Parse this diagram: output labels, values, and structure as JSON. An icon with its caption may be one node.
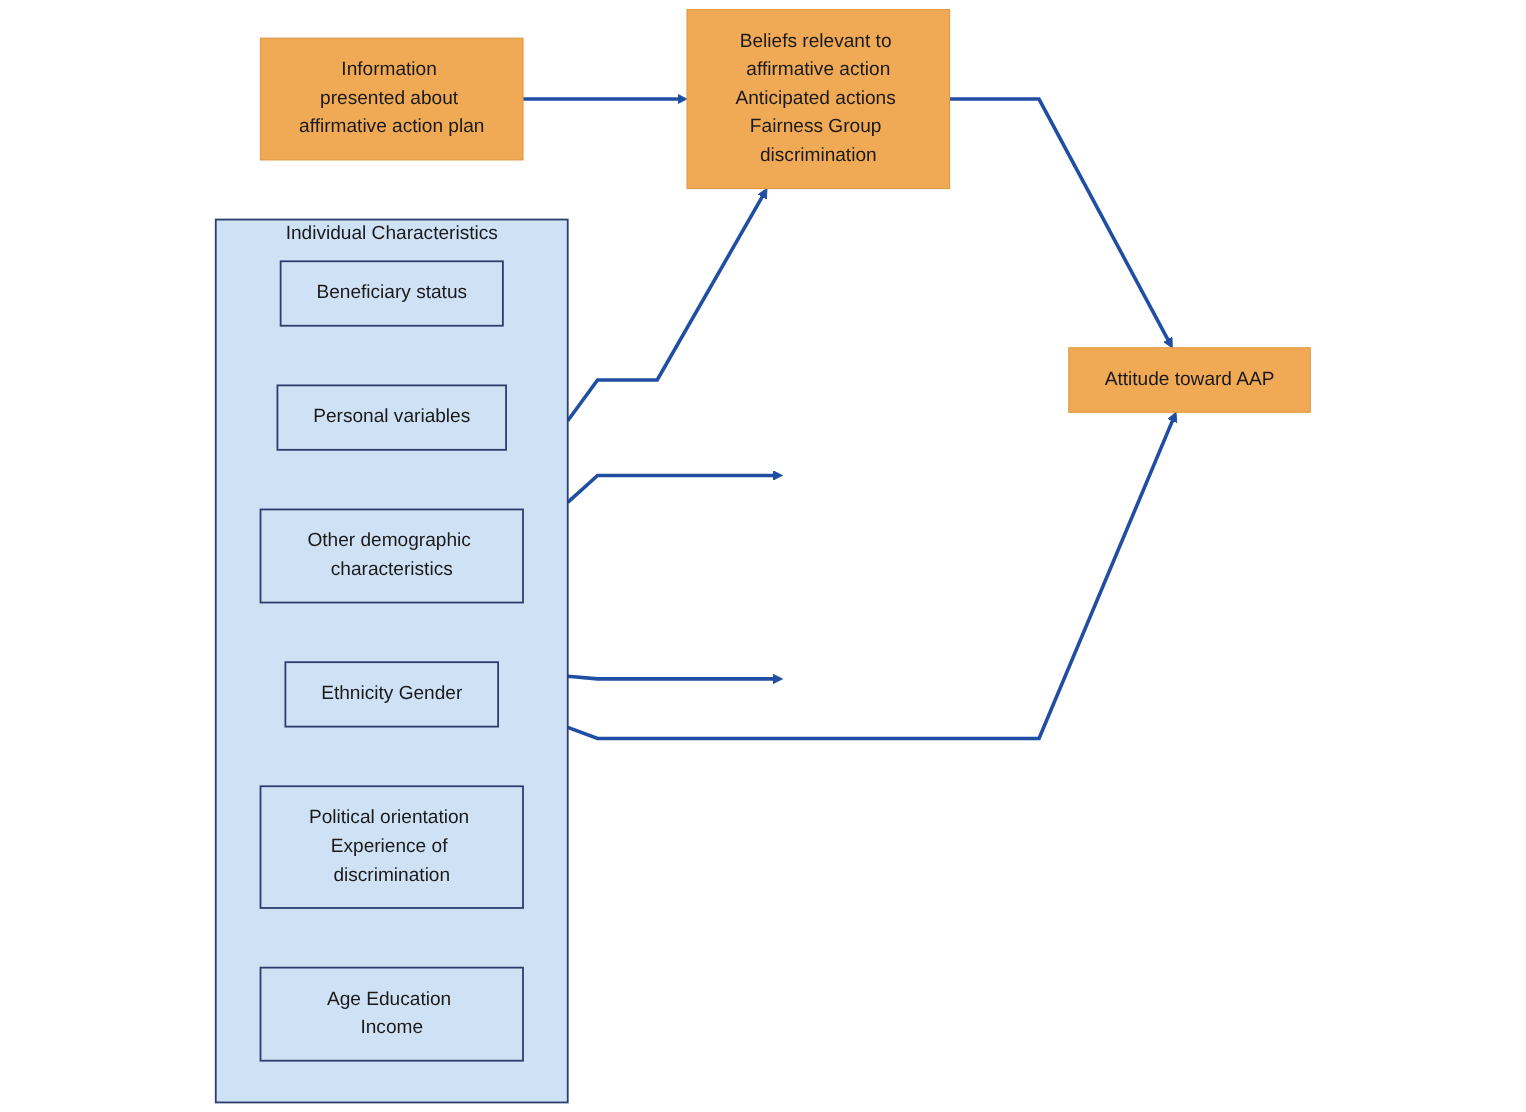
{
  "diagram": {
    "nodes": [
      {
        "text": [
          "Information presented about affirmative action plan"
        ]
      },
      {
        "text": [
          "Beliefs relevant to affirmative action",
          "Anticipated actions Fairness Group discrimination"
        ]
      },
      {
        "text": [
          "Individual Characteristics"
        ]
      },
      {
        "text": [
          "Beneficiary status"
        ],
        "in": 2
      },
      {
        "text": [
          "Personal variables"
        ],
        "in": 2
      },
      {
        "text": [
          "Other demographic characteristics"
        ],
        "in": 2
      },
      {
        "text": [
          "Ethnicity Gender"
        ],
        "in": 2
      },
      {
        "text": [
          "Political orientation Experience of discrimination"
        ],
        "in": 2
      },
      {
        "text": [
          "Age Education Income"
        ],
        "in": 2
      },
      {
        "text": [
          "Attitude toward AAP"
        ]
      }
    ],
    "edges": [
      {
        "from": 0,
        "to": 1,
        "arrow": "to"
      },
      {
        "from": 2,
        "to": null,
        "arrow": "to"
      },
      {
        "from": 2,
        "to": 1,
        "arrow": "to"
      },
      {
        "from": 1,
        "to": 9,
        "arrow": "to"
      },
      {
        "from": 2,
        "to": null,
        "arrow": "to"
      },
      {
        "from": 2,
        "to": 9,
        "arrow": "to"
      }
    ]
  }
}
